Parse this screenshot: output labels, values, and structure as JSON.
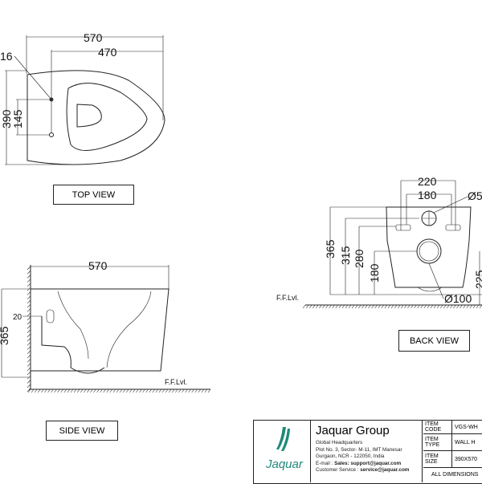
{
  "top_view": {
    "label": "TOP VIEW",
    "dims": {
      "length": "570",
      "rim": "470",
      "hole_dia": "16",
      "width": "390",
      "hole_spacing": "145"
    }
  },
  "side_view": {
    "label": "SIDE VIEW",
    "dims": {
      "length": "570",
      "height": "365",
      "inlet": "20"
    },
    "floor": "F.F.Lvl."
  },
  "back_view": {
    "label": "BACK VIEW",
    "dims": {
      "outer": "220",
      "inner": "180",
      "inlet_dia": "Ø5",
      "h365": "365",
      "h315": "315",
      "h280": "280",
      "h180": "180",
      "h225": "225",
      "outlet_dia": "Ø100"
    },
    "floor": "F.F.Lvl."
  },
  "title_block": {
    "logo_text": "Jaquar",
    "company": "Jaquar Group",
    "address": [
      "Global Headquarters",
      "Plot No. 3, Sector- M-11, IMT Manesar",
      "Gurgaon, NCR - 122050, India"
    ],
    "email_label": "E-mail : ",
    "email": "Sales: support@jaquar.com",
    "service_label": "Customer Service : ",
    "service": "service@jaquar.com",
    "items": [
      {
        "k": "ITEM  CODE",
        "v": "VGS-WH"
      },
      {
        "k": "ITEM  TYPE",
        "v": "WALL H"
      },
      {
        "k": "ITEM  SIZE",
        "v": "390X570"
      }
    ],
    "note": "ALL DIMENSIONS"
  }
}
